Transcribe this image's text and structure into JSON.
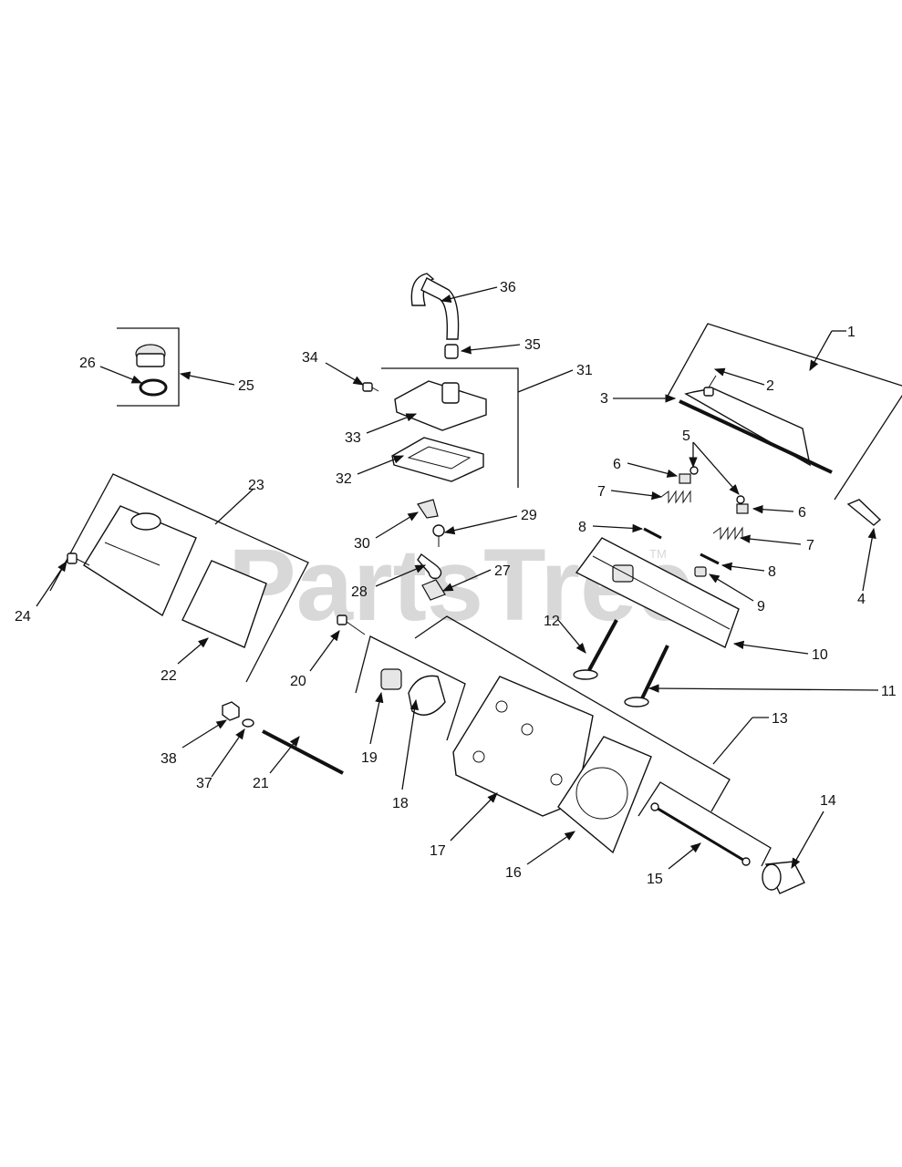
{
  "watermark": {
    "text": "PartsTree",
    "trademark": "TM"
  },
  "callouts": [
    "1",
    "2",
    "3",
    "4",
    "5",
    "6",
    "6",
    "7",
    "7",
    "8",
    "8",
    "9",
    "10",
    "11",
    "12",
    "13",
    "14",
    "15",
    "16",
    "17",
    "18",
    "19",
    "20",
    "21",
    "22",
    "23",
    "24",
    "25",
    "26",
    "27",
    "28",
    "29",
    "30",
    "31",
    "32",
    "33",
    "34",
    "35",
    "36",
    "37",
    "38"
  ]
}
